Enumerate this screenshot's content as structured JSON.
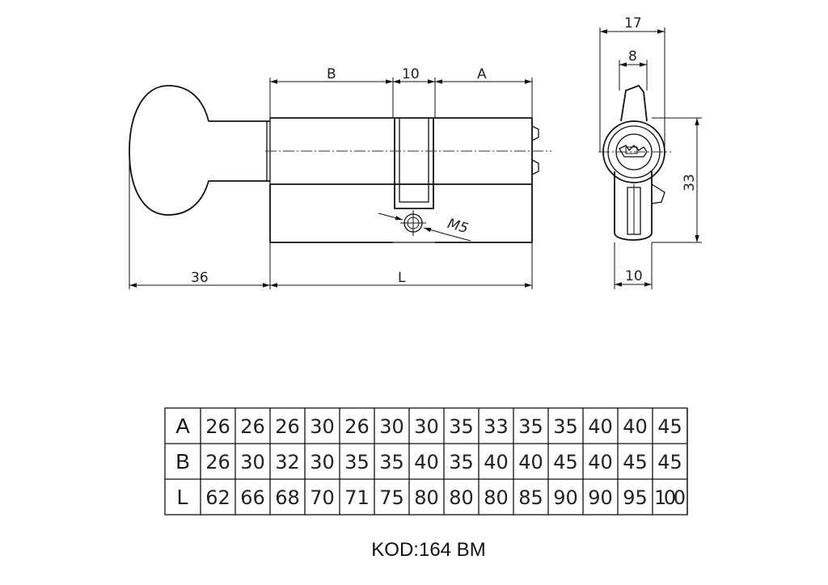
{
  "drawing": {
    "dim_B": "B",
    "dim_10_top": "10",
    "dim_A": "A",
    "dim_36": "36",
    "dim_L": "L",
    "dim_M5": "M5",
    "dim_17": "17",
    "dim_8": "8",
    "dim_33": "33",
    "dim_10_side": "10"
  },
  "table": {
    "rows": [
      {
        "label": "A",
        "values": [
          "26",
          "26",
          "26",
          "30",
          "26",
          "30",
          "30",
          "35",
          "33",
          "35",
          "35",
          "40",
          "40",
          "45"
        ]
      },
      {
        "label": "B",
        "values": [
          "26",
          "30",
          "32",
          "30",
          "35",
          "35",
          "40",
          "35",
          "40",
          "40",
          "45",
          "40",
          "45",
          "45"
        ]
      },
      {
        "label": "L",
        "values": [
          "62",
          "66",
          "68",
          "70",
          "71",
          "75",
          "80",
          "80",
          "80",
          "85",
          "90",
          "90",
          "95",
          "100"
        ]
      }
    ]
  },
  "product_code": "KOD:164 BM"
}
